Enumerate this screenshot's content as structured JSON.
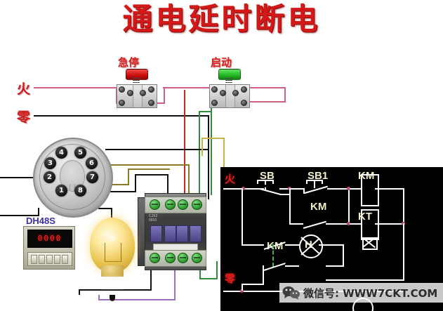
{
  "title": "通电延时断电",
  "power_labels": {
    "live": "火",
    "neutral": "零"
  },
  "buttons": [
    {
      "label": "急停",
      "color": "#cf1010",
      "name": "emergency-stop"
    },
    {
      "label": "启动",
      "color": "#26bb26",
      "name": "start"
    }
  ],
  "socket": {
    "type": "8-pin-relay-socket",
    "pins": [
      "1",
      "2",
      "3",
      "4",
      "5",
      "6",
      "7",
      "8"
    ]
  },
  "timer": {
    "model": "DH48S",
    "display": "0000"
  },
  "contactor": {
    "type": "ac-contactor",
    "marking": "CJX2\n0910"
  },
  "lamp": {
    "type": "incandescent-bulb"
  },
  "schematic": {
    "live": "火",
    "neutral": "零",
    "labels": {
      "sb": "SB",
      "sb1": "SB1",
      "km_coil": "KM",
      "kt_coil": "KT",
      "km_hold": "KM",
      "km_contact": "KM",
      "lamp": "H"
    }
  },
  "watermark": {
    "text": "微信号: WWW7CKT.COM"
  },
  "wire_colors": {
    "live_pink": "#d4607f",
    "neutral_black": "#101010",
    "olive": "#8a7a22",
    "green": "#2e8b3a",
    "red": "#cc2222",
    "purple": "#9b6fc4",
    "yellow": "#c8b34a"
  }
}
